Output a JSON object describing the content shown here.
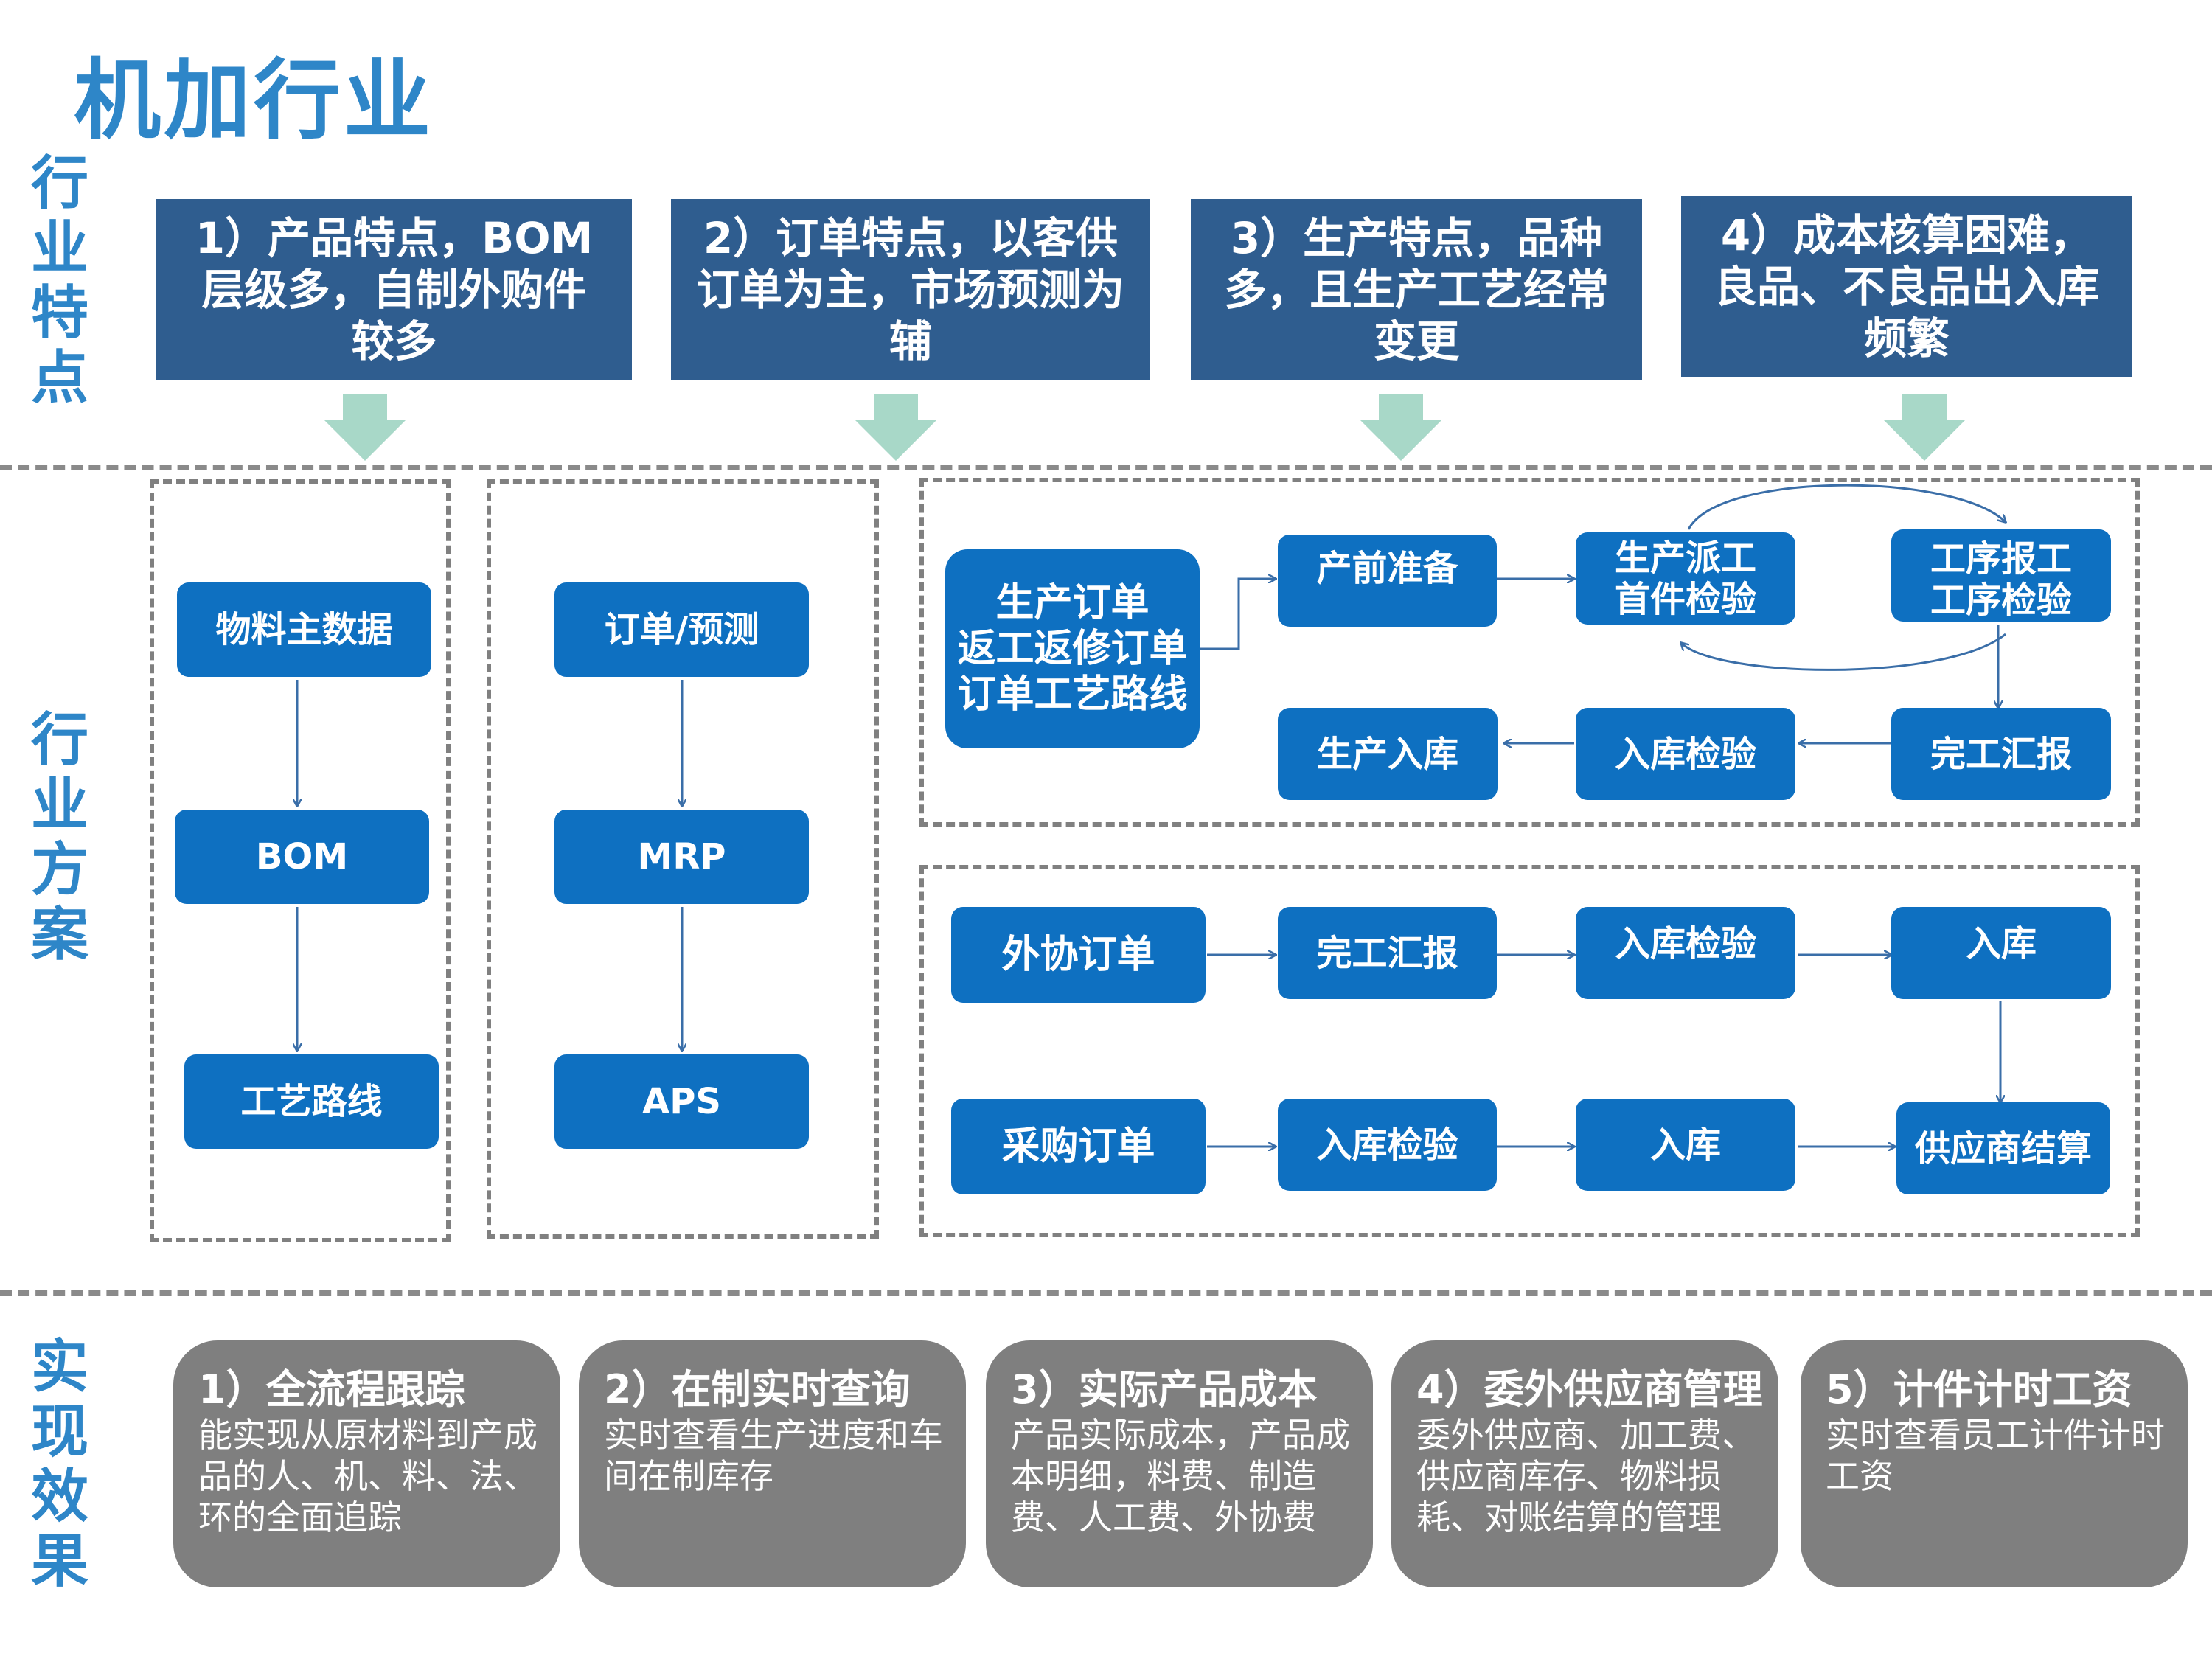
{
  "title": "机加行业",
  "side_labels": {
    "features": "行\n业\n特\n点",
    "solution": "行\n业\n方\n案",
    "effects": "实\n现\n效\n果"
  },
  "features": [
    "1）产品特点，BOM\n层级多，自制外购件\n较多",
    "2）订单特点，以客供\n订单为主，市场预测为\n辅",
    "3）生产特点，品种\n多，且生产工艺经常\n变更",
    "4）成本核算困难，\n良品、不良品出入库\n频繁"
  ],
  "col1": [
    "物料主数据",
    "BOM",
    "工艺路线"
  ],
  "col2": [
    "订单/预测",
    "MRP",
    "APS"
  ],
  "production": {
    "source": "生产订单\n返工返修订单\n订单工艺路线",
    "prep": "产前准备",
    "dispatch": "生产派工\n首件检验",
    "report": "工序报工\n工序检验",
    "complete": "完工汇报",
    "inspect": "入库检验",
    "stockin": "生产入库"
  },
  "outsource": [
    "外协订单",
    "完工汇报",
    "入库检验",
    "入库"
  ],
  "purchase": [
    "采购订单",
    "入库检验",
    "入库",
    "供应商结算"
  ],
  "colors": {
    "title": "#2E86C8",
    "feature_box": "#2F5D8F",
    "node": "#0E70C1",
    "arrow_down": "#A8D8C8",
    "result_box": "#7F7F7F",
    "dashed": "#808080"
  },
  "results": [
    {
      "title": "1）全流程跟踪",
      "desc": "能实现从原材料到产成品的人、机、料、法、环的全面追踪"
    },
    {
      "title": "2）在制实时查询",
      "desc": "实时查看生产进度和车间在制库存"
    },
    {
      "title": "3）实际产品成本",
      "desc": "产品实际成本，产品成本明细，料费、制造费、人工费、外协费"
    },
    {
      "title": "4）委外供应商管理",
      "desc": "委外供应商、加工费、供应商库存、物料损耗、对账结算的管理"
    },
    {
      "title": "5）计件计时工资",
      "desc": "实时查看员工计件计时工资"
    }
  ]
}
